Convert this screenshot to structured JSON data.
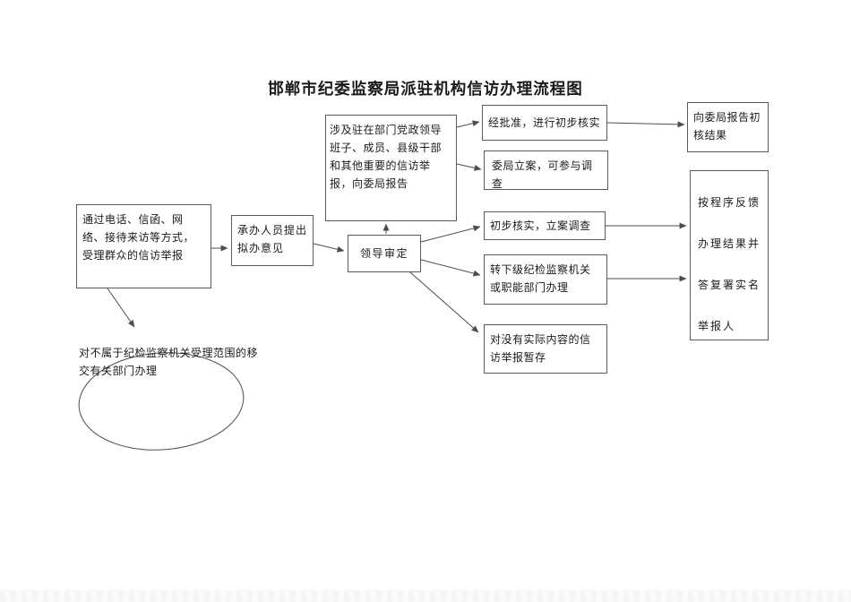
{
  "page": {
    "title": "邯郸市纪委监察局派驻机构信访办理流程图"
  },
  "nodes": {
    "intake": "通过电话、信函、网络、接待来访等方式，受理群众的信访举报",
    "draft": "承办人员提出拟办意见",
    "review": "领导审定",
    "report": "涉及驻在部门党政领导班子、成员、县级干部和其他重要的信访举报，向委局报告",
    "approved": "经批准，进行初步核实",
    "result": "向委局报告初核结果",
    "bureau": "委局立案，可参与调查",
    "verify": "初步核实，立案调查",
    "transfer": "转下级纪检监察机关或职能部门办理",
    "hold": "对没有实际内容的信访举报暂存",
    "feedback": "按程序反馈\n办理结果并\n答复署实名\n举报人",
    "out_of_scope": "对不属于纪检监察机关受理范围的移交有关部门办理"
  }
}
